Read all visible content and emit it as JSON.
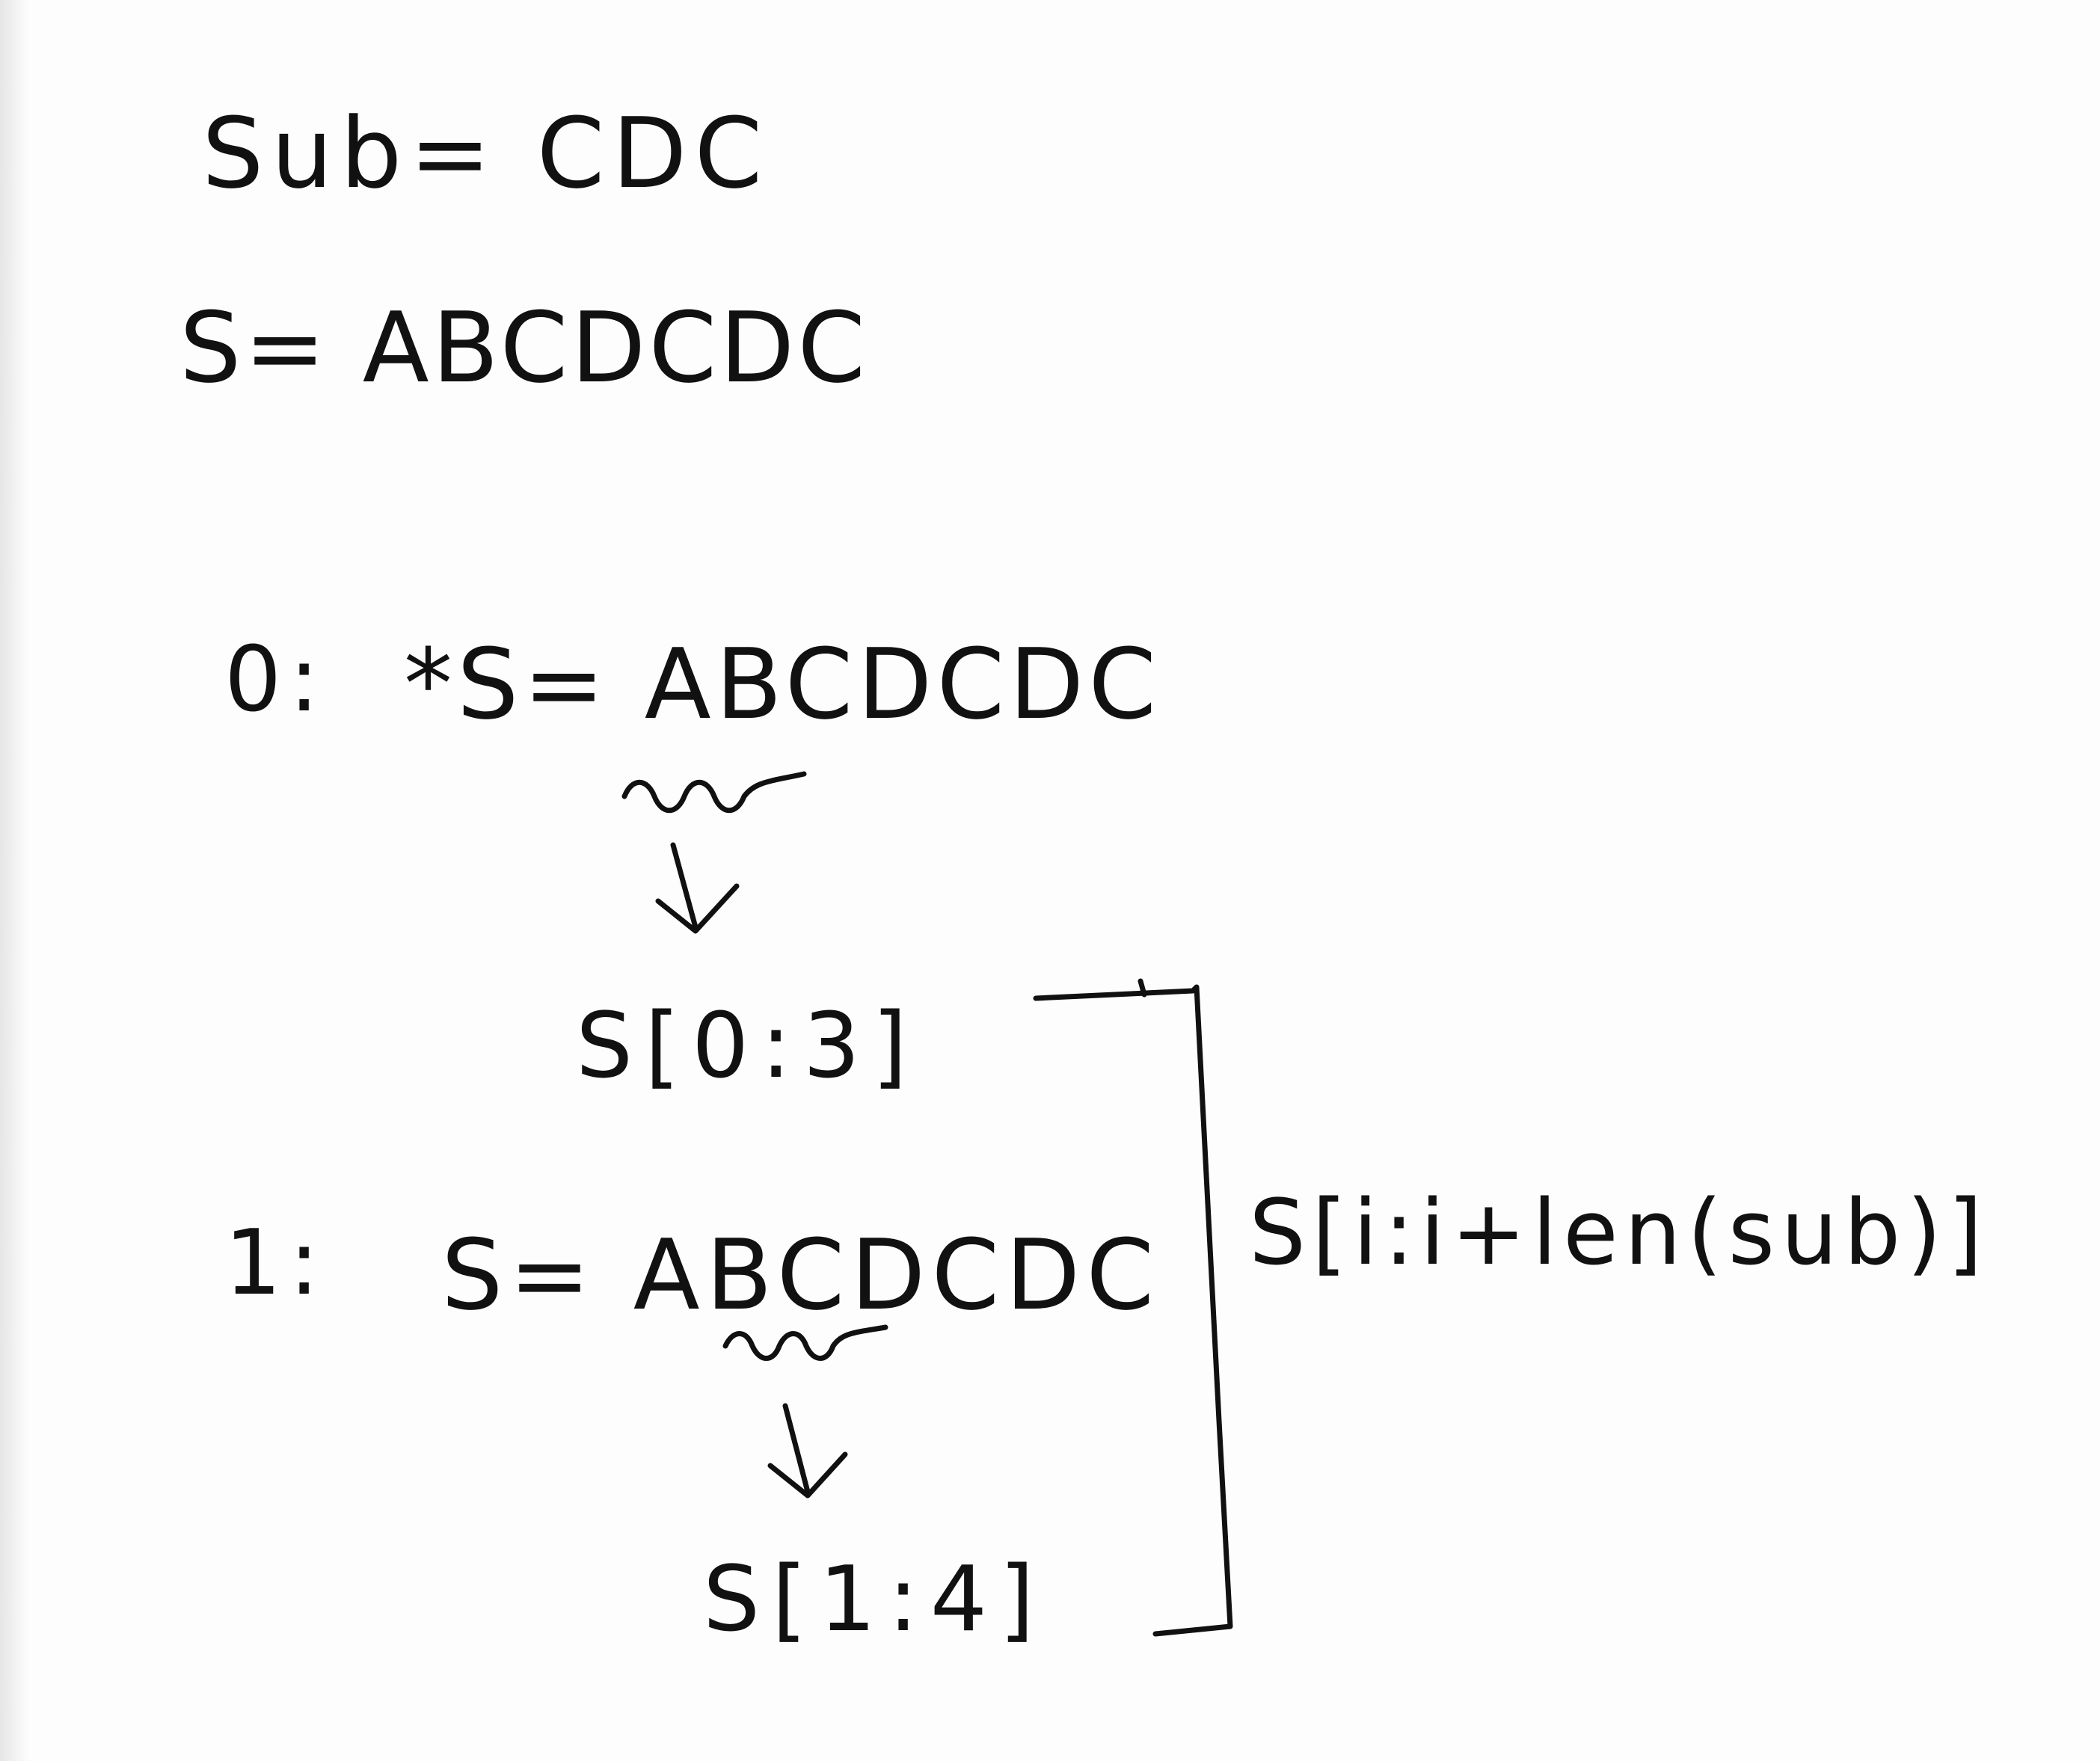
{
  "notes": {
    "sub_def": "Sub= CDC",
    "s_def": "S= ABCDCDC",
    "step0": {
      "label": "0:",
      "expr": "*S= ABCDCDC",
      "slice": "S[0:3]"
    },
    "step1": {
      "label": "1:",
      "expr": "S= ABCDCDC",
      "slice": "S[1:4]"
    },
    "generalization": "S[i:i+len(sub)]"
  },
  "ink_color": "#111111"
}
